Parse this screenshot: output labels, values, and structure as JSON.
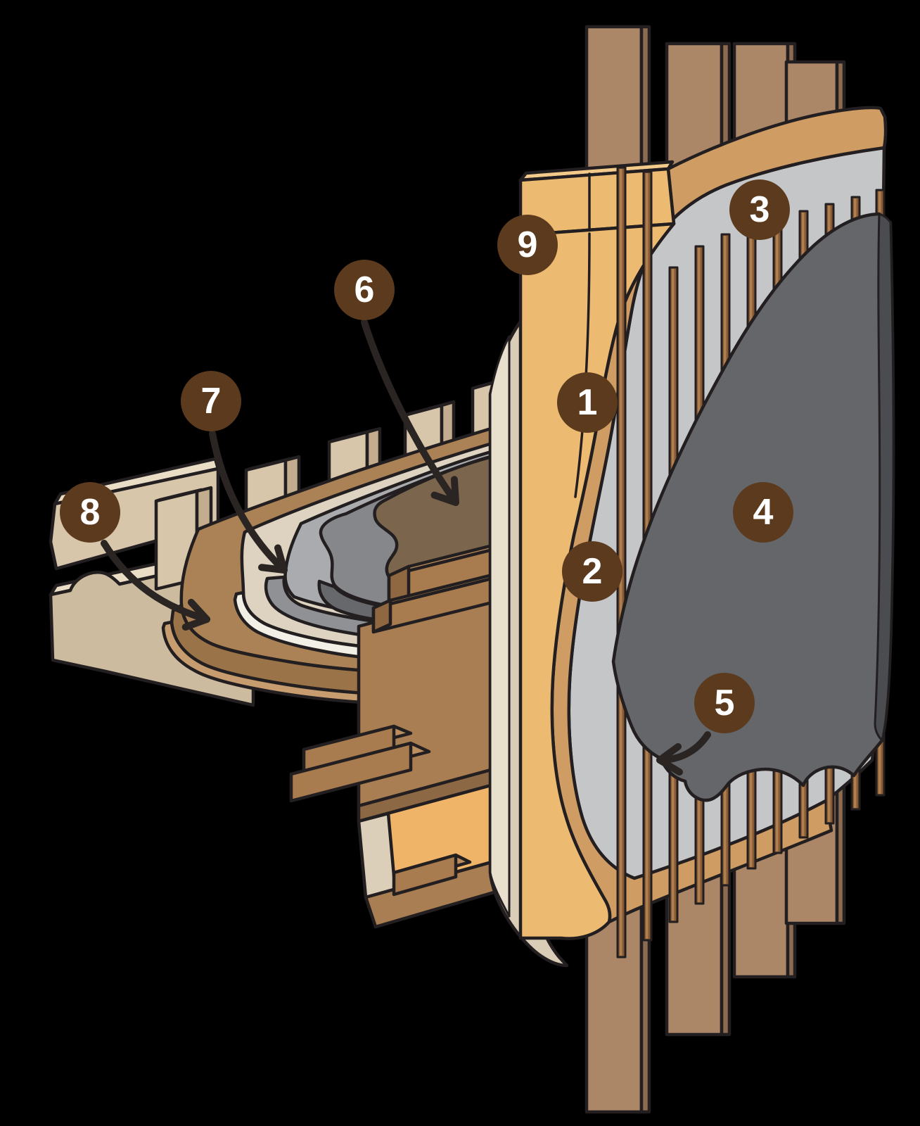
{
  "diagram": {
    "description": "Cutaway construction diagram of a timber wall-to-floor assembly with nine numbered callouts",
    "background": "#000000",
    "outline": "#231f20",
    "arrow_color": "#2a2523",
    "callout_style": {
      "fill": "#5c3a1d",
      "text": "#ffffff"
    },
    "palette": {
      "stud_face": "#ab8767",
      "stud_side": "#8d6b50",
      "beam_face": "#d8c6ab",
      "beam_side": "#c3ad8e",
      "beam_bevel": "#eaddc6",
      "deck_top": "#ab8156",
      "deck_front": "#9b7348",
      "deck_underline": "#c79d70",
      "membrane_top": "#ddd3c0",
      "membrane_edge": "#f2efe6",
      "mat_top": "#a9abae",
      "mat_edge": "#8f9194",
      "underlay_top": "#85878b",
      "underlay_edge": "#66686b",
      "topping": "#7b654d",
      "step_top": "#ba8e5e",
      "step_front": "#a87c4f",
      "step_end": "#8f6741",
      "rim_face": "#a87e52",
      "rim_board": "#8d6844",
      "box_infill": "#f0b468",
      "box_liner": "#dbcfb9",
      "wall_interior": "#d9cdb7",
      "wall_interior_light": "#e8dfcd",
      "panel_face": "#edba71",
      "panel_bevel": "#f3ca8a",
      "wrap_tan": "#cf9c63",
      "insulation_gray": "#c5c6c8",
      "furring_fill": "#8a5a33",
      "furring_highlight": "#ae8051",
      "cladding": "#646669",
      "cladding_edge": "#4b4c4f"
    }
  },
  "callouts": [
    {
      "id": 1,
      "label": "1"
    },
    {
      "id": 2,
      "label": "2"
    },
    {
      "id": 3,
      "label": "3"
    },
    {
      "id": 4,
      "label": "4"
    },
    {
      "id": 5,
      "label": "5"
    },
    {
      "id": 6,
      "label": "6"
    },
    {
      "id": 7,
      "label": "7"
    },
    {
      "id": 8,
      "label": "8"
    },
    {
      "id": 9,
      "label": "9"
    }
  ]
}
